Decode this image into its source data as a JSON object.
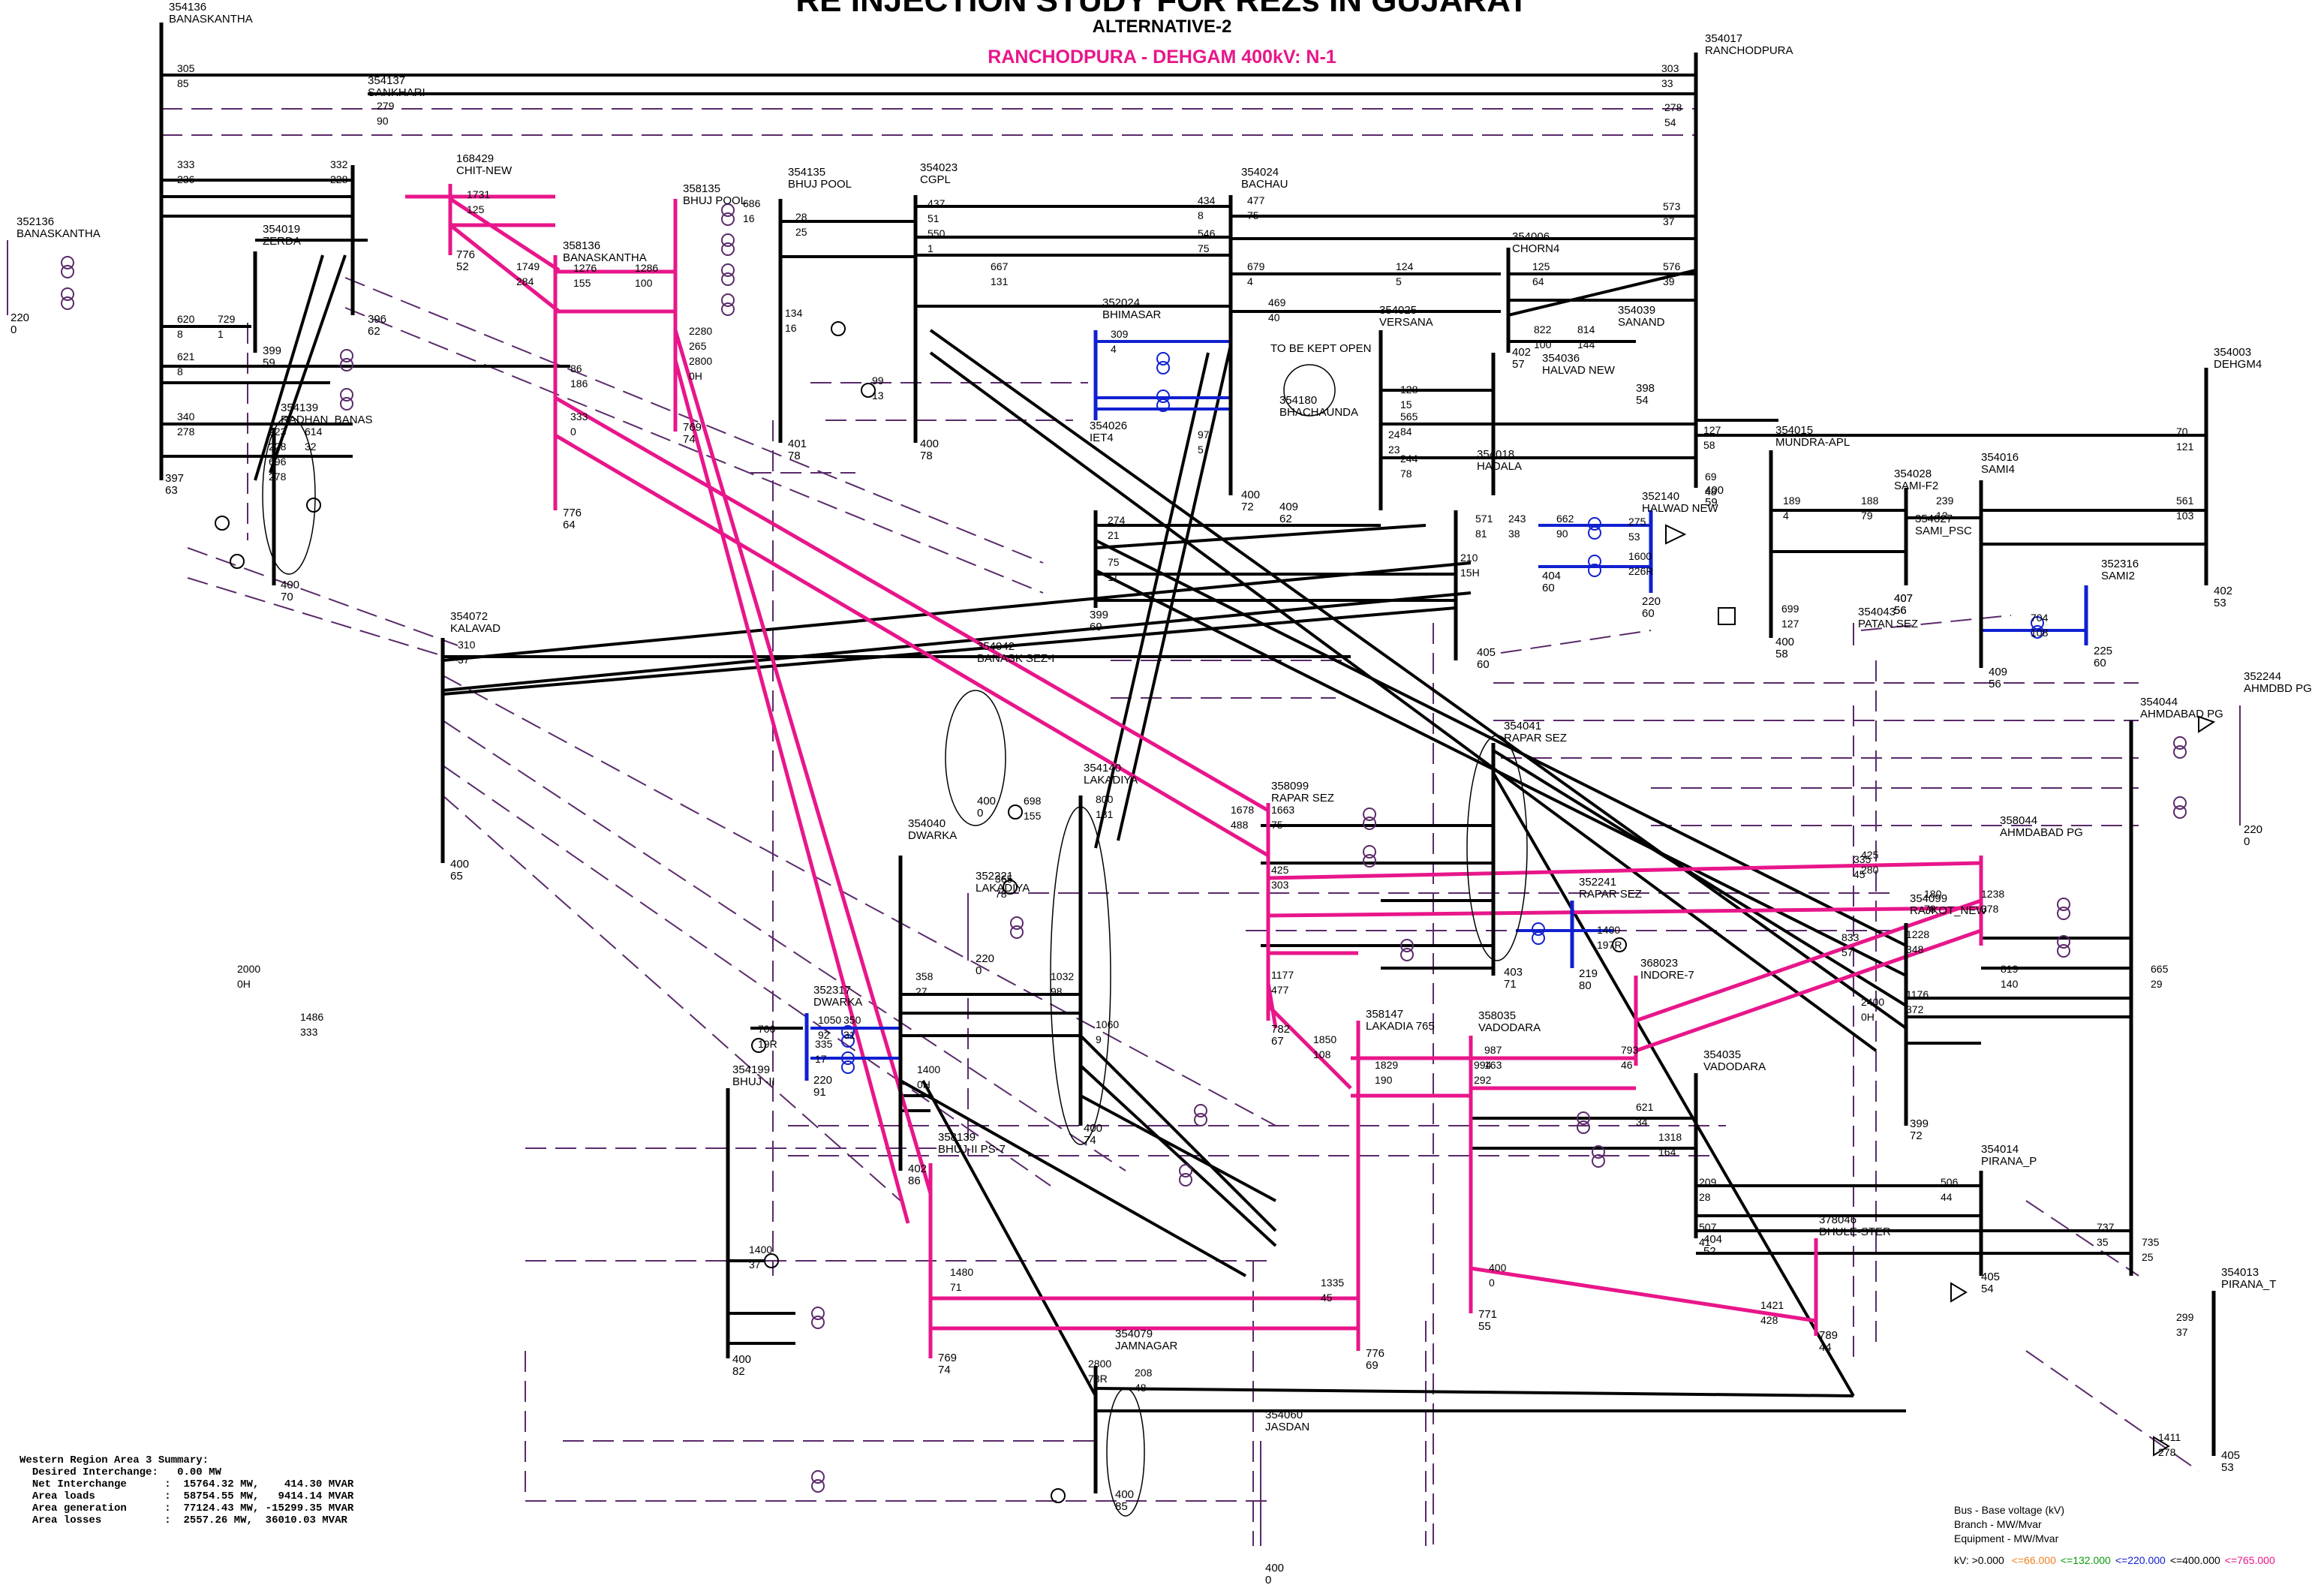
{
  "header": {
    "title": "RE INJECTION STUDY FOR REZs IN GUJARAT",
    "alternative": "ALTERNATIVE-2",
    "contingency": "RANCHODPURA - DEHGAM 400kV: N-1"
  },
  "note_open": "TO BE KEPT OPEN",
  "summary": {
    "heading": "Western Region Area 3 Summary:",
    "rows": [
      {
        "label": "Desired Interchange:",
        "value": "0.00 MW"
      },
      {
        "label": "Net Interchange",
        "value": "15764.32 MW,    414.30 MVAR"
      },
      {
        "label": "Area loads",
        "value": "58754.55 MW,   9414.14 MVAR"
      },
      {
        "label": "Area generation",
        "value": "77124.43 MW, -15299.35 MVAR"
      },
      {
        "label": "Area losses",
        "value": "2557.26 MW,  36010.03 MVAR"
      }
    ]
  },
  "legend": {
    "bus": "Bus - Base voltage (kV)",
    "branch": "Branch - MW/Mvar",
    "equipment": "Equipment - MW/Mvar",
    "kv_prefix": "kV: >0.000",
    "kv_items": [
      {
        "label": "<=66.000",
        "color": "#f08020"
      },
      {
        "label": "<=132.000",
        "color": "#0a9a0a"
      },
      {
        "label": "<=220.000",
        "color": "#1020d0"
      },
      {
        "label": "<=400.000",
        "color": "#000000"
      },
      {
        "label": "<=765.000",
        "color": "#e8168a"
      }
    ]
  },
  "colors": {
    "kv765": "#e8168a",
    "kv400": "#000000",
    "kv220": "#1020d0",
    "tie": "#5a2a6a"
  },
  "buses": [
    {
      "num": "354136",
      "name": "BANASKANTHA",
      "v": "397",
      "a": "63"
    },
    {
      "num": "352136",
      "name": "BANASKANTHA",
      "v": "220",
      "a": "0"
    },
    {
      "num": "354137",
      "name": "SANKHARI",
      "v": "396",
      "a": "62"
    },
    {
      "num": "354019",
      "name": "ZERDA",
      "v": "399",
      "a": "59"
    },
    {
      "num": "354139",
      "name": "RADHAN_BANAS",
      "v": "400",
      "a": "70"
    },
    {
      "num": "168429",
      "name": "CHIT-NEW",
      "v": "776",
      "a": "52"
    },
    {
      "num": "358136",
      "name": "BANASKANTHA",
      "v": "776",
      "a": "64"
    },
    {
      "num": "358135",
      "name": "BHUJ POOL",
      "v": "769",
      "a": "74"
    },
    {
      "num": "354135",
      "name": "BHUJ POOL",
      "v": "401",
      "a": "78"
    },
    {
      "num": "354023",
      "name": "CGPL",
      "v": "400",
      "a": "78"
    },
    {
      "num": "354024",
      "name": "BACHAU",
      "v": "400",
      "a": "72"
    },
    {
      "num": "352024",
      "name": "BHIMASAR",
      "v": "",
      "a": ""
    },
    {
      "num": "354025",
      "name": "VERSANA",
      "v": "",
      "a": ""
    },
    {
      "num": "354180",
      "name": "BHACHAUNDA",
      "v": "409",
      "a": "62"
    },
    {
      "num": "354006",
      "name": "CHORN4",
      "v": "402",
      "a": "57"
    },
    {
      "num": "354039",
      "name": "SANAND",
      "v": "398",
      "a": "54"
    },
    {
      "num": "354036",
      "name": "HALVAD NEW",
      "v": "404",
      "a": "60"
    },
    {
      "num": "352140",
      "name": "HALWAD NEW",
      "v": "220",
      "a": "60"
    },
    {
      "num": "354017",
      "name": "RANCHODPURA",
      "v": "400",
      "a": "59"
    },
    {
      "num": "354003",
      "name": "DEHGM4",
      "v": "402",
      "a": "53"
    },
    {
      "num": "354015",
      "name": "MUNDRA-APL",
      "v": "400",
      "a": "58"
    },
    {
      "num": "354028",
      "name": "SAMI-F2",
      "v": "407",
      "a": "56"
    },
    {
      "num": "354027",
      "name": "SAMI_PSC",
      "v": "407",
      "a": "56"
    },
    {
      "num": "354016",
      "name": "SAMI4",
      "v": "409",
      "a": "56"
    },
    {
      "num": "352316",
      "name": "SAMI2",
      "v": "225",
      "a": "60"
    },
    {
      "num": "354043",
      "name": "PATAN SEZ",
      "v": "",
      "a": ""
    },
    {
      "num": "354018",
      "name": "HADALA",
      "v": "405",
      "a": "60"
    },
    {
      "num": "354026",
      "name": "IET4",
      "v": "399",
      "a": "69"
    },
    {
      "num": "354072",
      "name": "KALAVAD",
      "v": "400",
      "a": "65"
    },
    {
      "num": "354042",
      "name": "BANASK SEZ-I",
      "v": "400",
      "a": "0"
    },
    {
      "num": "354041",
      "name": "RAPAR SEZ",
      "v": "403",
      "a": "71"
    },
    {
      "num": "352241",
      "name": "RAPAR SEZ",
      "v": "219",
      "a": "80"
    },
    {
      "num": "358099",
      "name": "RAPAR SEZ",
      "v": "782",
      "a": "67"
    },
    {
      "num": "354140",
      "name": "LAKADIYA",
      "v": "400",
      "a": "74"
    },
    {
      "num": "352221",
      "name": "LAKADIYA",
      "v": "220",
      "a": "0"
    },
    {
      "num": "354040",
      "name": "DWARKA",
      "v": "402",
      "a": "86"
    },
    {
      "num": "352317",
      "name": "DWARKA",
      "v": "220",
      "a": "91"
    },
    {
      "num": "354199",
      "name": "BHUJ -II",
      "v": "400",
      "a": "82"
    },
    {
      "num": "358139",
      "name": "BHUJ-II PS-7",
      "v": "769",
      "a": "74"
    },
    {
      "num": "358147",
      "name": "LAKADIA 765",
      "v": "776",
      "a": "69"
    },
    {
      "num": "358035",
      "name": "VADODARA",
      "v": "771",
      "a": "55"
    },
    {
      "num": "354035",
      "name": "VADODARA",
      "v": "404",
      "a": "52"
    },
    {
      "num": "368023",
      "name": "INDORE-7",
      "v": "",
      "a": ""
    },
    {
      "num": "354099",
      "name": "RAJKOT_NEW",
      "v": "399",
      "a": "72"
    },
    {
      "num": "358044",
      "name": "AHMDABAD PG",
      "v": "",
      "a": ""
    },
    {
      "num": "354044",
      "name": "AHMDABAD PG",
      "v": "",
      "a": ""
    },
    {
      "num": "352244",
      "name": "AHMDBD PG",
      "v": "220",
      "a": "0"
    },
    {
      "num": "354014",
      "name": "PIRANA_P",
      "v": "405",
      "a": "54"
    },
    {
      "num": "354013",
      "name": "PIRANA_T",
      "v": "405",
      "a": "53"
    },
    {
      "num": "378046",
      "name": "DHULE-STER",
      "v": "789",
      "a": "44"
    },
    {
      "num": "354079",
      "name": "JAMNAGAR",
      "v": "400",
      "a": "85"
    },
    {
      "num": "354060",
      "name": "JASDAN",
      "v": "400",
      "a": "0"
    }
  ],
  "flows": [
    [
      "305",
      "85"
    ],
    [
      "303",
      "33"
    ],
    [
      "279",
      "90"
    ],
    [
      "278",
      "54"
    ],
    [
      "333",
      "236"
    ],
    [
      "332",
      "228"
    ],
    [
      "1731",
      "125"
    ],
    [
      "1749",
      "284"
    ],
    [
      "1276",
      "155"
    ],
    [
      "1286",
      "100"
    ],
    [
      "686",
      "16"
    ],
    [
      "28",
      "25"
    ],
    [
      "437",
      "51"
    ],
    [
      "550",
      "1"
    ],
    [
      "434",
      "8"
    ],
    [
      "477",
      "75"
    ],
    [
      "546",
      "75"
    ],
    [
      "679",
      "4"
    ],
    [
      "667",
      "131"
    ],
    [
      "124",
      "5"
    ],
    [
      "469",
      "40"
    ],
    [
      "125",
      "64"
    ],
    [
      "573",
      "37"
    ],
    [
      "576",
      "39"
    ],
    [
      "822",
      "100"
    ],
    [
      "814",
      "144"
    ],
    [
      "127",
      "58"
    ],
    [
      "70",
      "121"
    ],
    [
      "69",
      "48"
    ],
    [
      "189",
      "4"
    ],
    [
      "188",
      "79"
    ],
    [
      "239",
      "12"
    ],
    [
      "561",
      "103"
    ],
    [
      "704",
      "108"
    ],
    [
      "699",
      "127"
    ],
    [
      "620",
      "8"
    ],
    [
      "729",
      "1"
    ],
    [
      "223",
      "228"
    ],
    [
      "614",
      "32"
    ],
    [
      "621",
      "8"
    ],
    [
      "340",
      "278"
    ],
    [
      "696",
      "278"
    ],
    [
      "86",
      "186"
    ],
    [
      "333",
      "0"
    ],
    [
      "2800",
      "0H"
    ],
    [
      "2280",
      "265"
    ],
    [
      "134",
      "16"
    ],
    [
      "99",
      "13"
    ],
    [
      "309",
      "4"
    ],
    [
      "24",
      "23"
    ],
    [
      "97",
      "5"
    ],
    [
      "128",
      "15"
    ],
    [
      "565",
      "84"
    ],
    [
      "244",
      "78"
    ],
    [
      "243",
      "38"
    ],
    [
      "571",
      "81"
    ],
    [
      "662",
      "90"
    ],
    [
      "274",
      "21"
    ],
    [
      "75",
      "11"
    ],
    [
      "210",
      "15H"
    ],
    [
      "275",
      "53"
    ],
    [
      "1600",
      "226R"
    ],
    [
      "310",
      "37"
    ],
    [
      "698",
      "155"
    ],
    [
      "800",
      "181"
    ],
    [
      "1678",
      "488"
    ],
    [
      "1663",
      "75"
    ],
    [
      "425",
      "303"
    ],
    [
      "425",
      "280"
    ],
    [
      "180",
      "78"
    ],
    [
      "1238",
      "378"
    ],
    [
      "1228",
      "348"
    ],
    [
      "833",
      "57"
    ],
    [
      "819",
      "140"
    ],
    [
      "665",
      "29"
    ],
    [
      "1176",
      "372"
    ],
    [
      "1177",
      "477"
    ],
    [
      "1850",
      "108"
    ],
    [
      "1829",
      "190"
    ],
    [
      "994",
      "292"
    ],
    [
      "987",
      "163"
    ],
    [
      "793",
      "46"
    ],
    [
      "621",
      "34"
    ],
    [
      "1318",
      "164"
    ],
    [
      "2400",
      "0H"
    ],
    [
      "1400",
      "197R"
    ],
    [
      "365",
      "78"
    ],
    [
      "358",
      "27"
    ],
    [
      "1032",
      "98"
    ],
    [
      "1060",
      "9"
    ],
    [
      "1050",
      "92"
    ],
    [
      "350",
      "31"
    ],
    [
      "335",
      "17"
    ],
    [
      "1400",
      "0H"
    ],
    [
      "700",
      "19R"
    ],
    [
      "2000",
      "0H"
    ],
    [
      "1486",
      "333"
    ],
    [
      "1480",
      "71"
    ],
    [
      "1335",
      "45"
    ],
    [
      "208",
      "48"
    ],
    [
      "209",
      "28"
    ],
    [
      "506",
      "44"
    ],
    [
      "507",
      "41"
    ],
    [
      "737",
      "35"
    ],
    [
      "735",
      "25"
    ],
    [
      "299",
      "37"
    ],
    [
      "1411",
      "278"
    ],
    [
      "1421",
      "428"
    ],
    [
      "400",
      "0"
    ],
    [
      "335",
      "45"
    ],
    [
      "2800",
      "73R"
    ],
    [
      "1400",
      "37"
    ]
  ]
}
